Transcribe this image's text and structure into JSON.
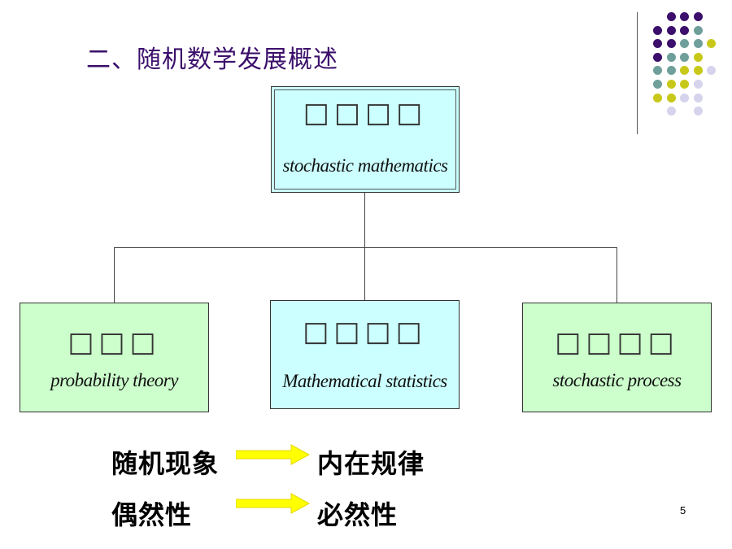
{
  "slide": {
    "title": "二、随机数学发展概述",
    "page_number": "5"
  },
  "root_box": {
    "glyphs": "□□□□",
    "english": "stochastic mathematics"
  },
  "child_boxes": [
    {
      "glyphs": "□□□",
      "english": "probability theory"
    },
    {
      "glyphs": "□□□□",
      "english": "Mathematical statistics"
    },
    {
      "glyphs": "□□□□",
      "english": "stochastic process"
    }
  ],
  "relations": [
    {
      "from": "随机现象",
      "to": "内在规律"
    },
    {
      "from": "偶然性",
      "to": "必然性"
    }
  ],
  "colors": {
    "title": "#3b0f6b",
    "cyan_box": "#ccffff",
    "green_box": "#ccffcc",
    "arrow": "#ffff00",
    "dot_purple": "#3b0f6b",
    "dot_teal": "#6f9f9a",
    "dot_olive": "#c8c81a",
    "dot_lavender": "#d6d3ec"
  }
}
